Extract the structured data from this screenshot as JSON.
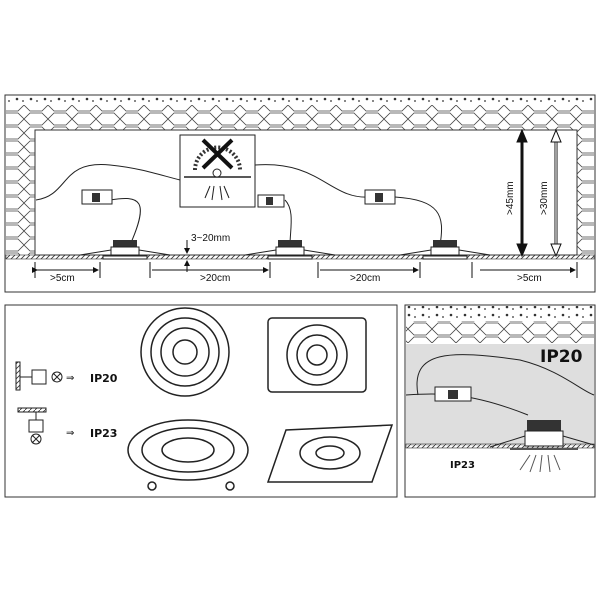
{
  "installation": {
    "spacing_edge_left": ">5cm",
    "spacing_between_1": ">20cm",
    "spacing_between_2": ">20cm",
    "spacing_edge_right": ">5cm",
    "ceiling_thickness": "3~20mm",
    "min_depth_1": ">45mm",
    "min_depth_2": ">30mm"
  },
  "models": {
    "ip_wall": "IP20",
    "ip_ceiling": "IP23"
  },
  "detail": {
    "ip_above": "IP20",
    "ip_below": "IP23"
  },
  "icons": [
    "no-insulation-cover-icon",
    "connector-block-icon",
    "downlight-icon",
    "wall-mount-icon",
    "lamp-symbol-icon",
    "double-arrow-icon"
  ]
}
